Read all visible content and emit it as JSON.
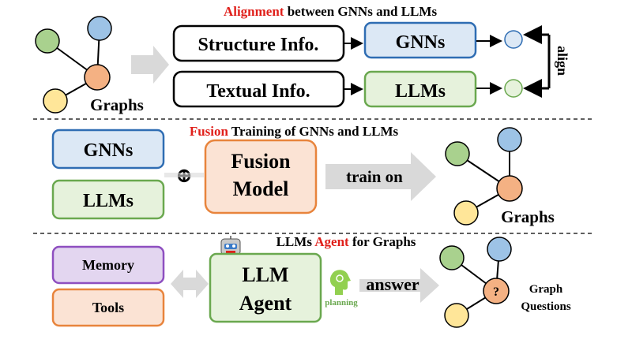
{
  "section1": {
    "title_highlight": "Alignment",
    "title_rest": " between GNNs and LLMs",
    "graph_label": "Graphs",
    "structure_label": "Structure Info.",
    "textual_label": "Textual Info.",
    "gnns_label": "GNNs",
    "llms_label": "LLMs",
    "align_label": "align"
  },
  "section2": {
    "title_highlight": "Fusion",
    "title_rest": " Training of GNNs and LLMs",
    "gnns_label": "GNNs",
    "llms_label": "LLMs",
    "plus_symbol": "⊕",
    "fusion_line1": "Fusion",
    "fusion_line2": "Model",
    "train_label": "train on",
    "graph_label": "Graphs"
  },
  "section3": {
    "title_pre": "LLMs ",
    "title_highlight": "Agent",
    "title_rest": " for Graphs",
    "memory_label": "Memory",
    "tools_label": "Tools",
    "agent_line1": "LLM",
    "agent_line2": "Agent",
    "planning_label": "planning",
    "answer_label": "answer",
    "question_mark": "?",
    "questions_line1": "Graph",
    "questions_line2": "Questions"
  },
  "colors": {
    "highlight_red": "#e0201b",
    "gnn_fill": "#dce8f5",
    "gnn_border": "#2f6db3",
    "llm_fill": "#e6f2dc",
    "llm_border": "#6aa84f",
    "fusion_fill": "#fbe3d4",
    "fusion_border": "#e8843c",
    "memory_fill": "#e3d6f0",
    "memory_border": "#8e4fc0",
    "tools_fill": "#fbe3d4",
    "tools_border": "#e8843c",
    "node_green": "#a9d18e",
    "node_blue": "#9dc3e6",
    "node_orange": "#f4b183",
    "node_yellow": "#ffe699",
    "arrow_gray": "#d9d9d9"
  }
}
